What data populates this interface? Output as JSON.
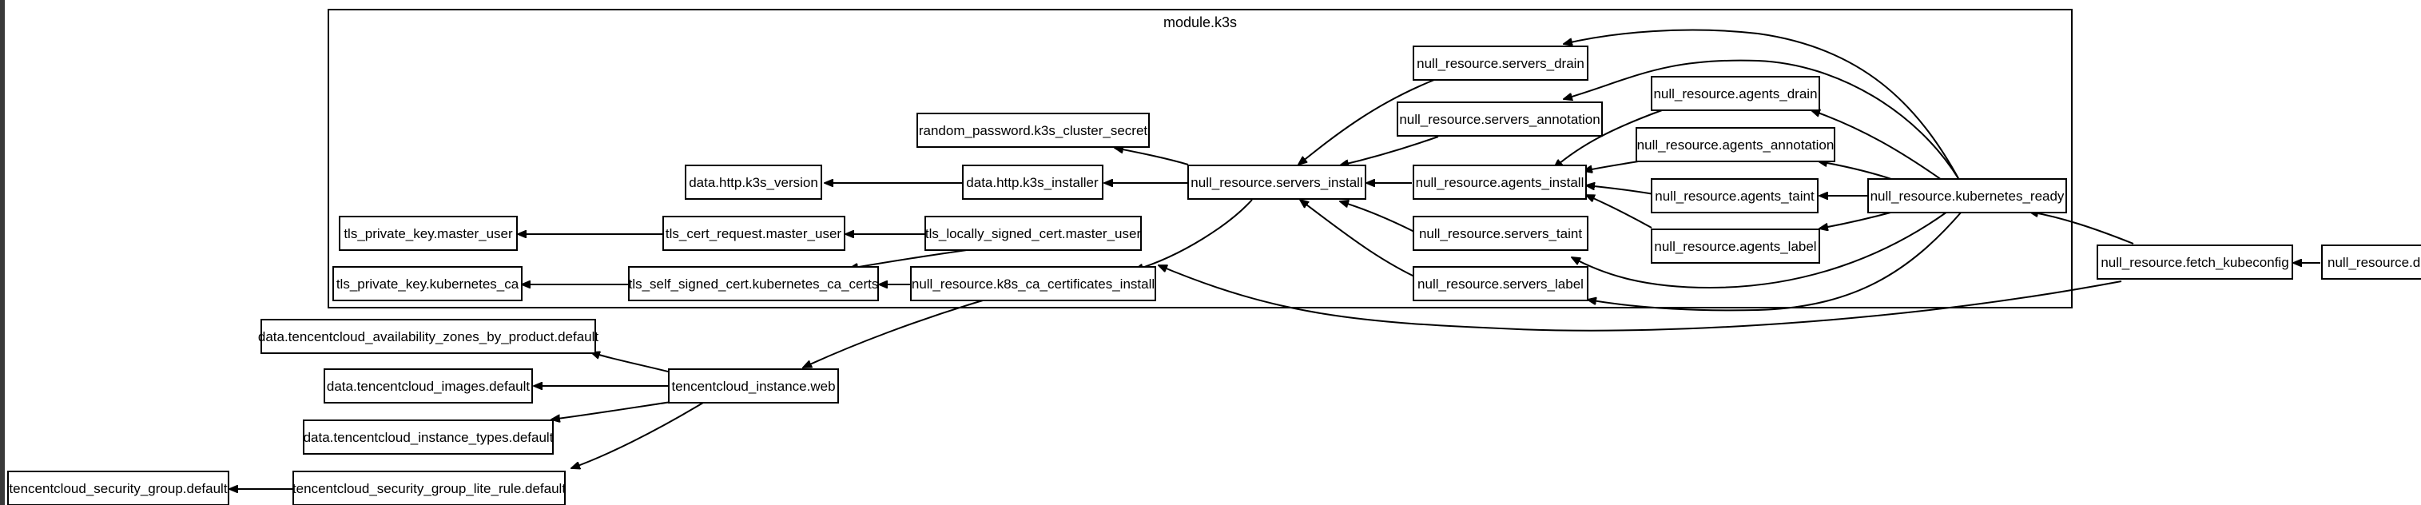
{
  "diagram": {
    "cluster_label": "module.k3s",
    "nodes": {
      "servers_drain": "null_resource.servers_drain",
      "servers_annotation": "null_resource.servers_annotation",
      "agents_drain": "null_resource.agents_drain",
      "k3s_cluster_secret": "random_password.k3s_cluster_secret",
      "agents_annotation": "null_resource.agents_annotation",
      "k3s_version": "data.http.k3s_version",
      "k3s_installer": "data.http.k3s_installer",
      "servers_install": "null_resource.servers_install",
      "agents_install": "null_resource.agents_install",
      "agents_taint": "null_resource.agents_taint",
      "kubernetes_ready": "null_resource.kubernetes_ready",
      "master_user_key": "tls_private_key.master_user",
      "master_user_request": "tls_cert_request.master_user",
      "master_user_cert": "tls_locally_signed_cert.master_user",
      "servers_taint": "null_resource.servers_taint",
      "agents_label": "null_resource.agents_label",
      "fetch_kubeconfig": "null_resource.fetch_kubeconfig",
      "partial_node": "null_resource.de",
      "kubernetes_ca_key": "tls_private_key.kubernetes_ca",
      "kubernetes_ca_certs": "tls_self_signed_cert.kubernetes_ca_certs",
      "k8s_ca_certificates_install": "null_resource.k8s_ca_certificates_install",
      "servers_label": "null_resource.servers_label",
      "availability_zones": "data.tencentcloud_availability_zones_by_product.default",
      "images": "data.tencentcloud_images.default",
      "instance_web": "tencentcloud_instance.web",
      "instance_types": "data.tencentcloud_instance_types.default",
      "security_group": "tencentcloud_security_group.default",
      "security_group_rule": "tencentcloud_security_group_lite_rule.default"
    }
  }
}
